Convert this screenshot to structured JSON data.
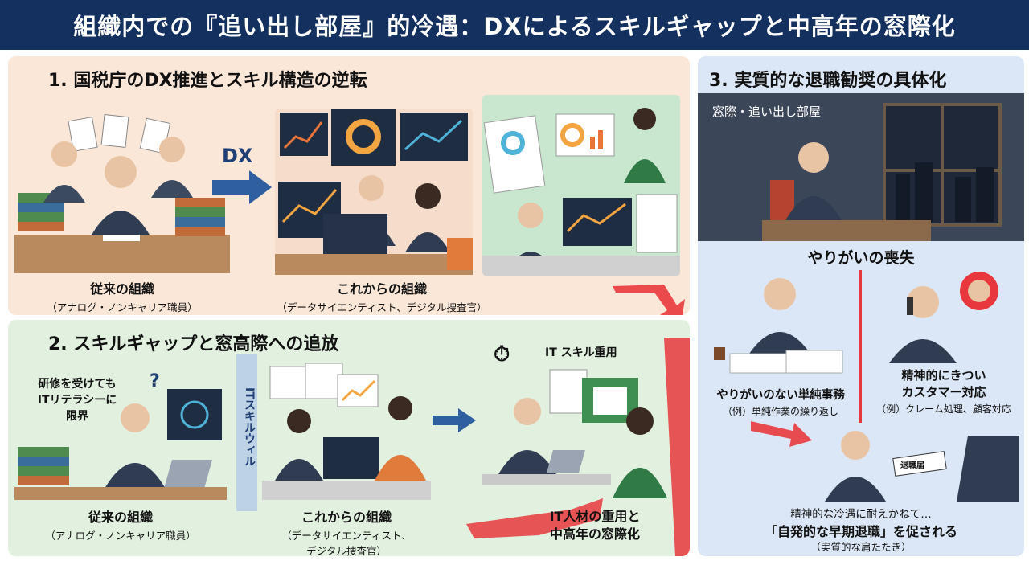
{
  "title": "組織内での『追い出し部屋』的冷遇：DXによるスキルギャップと中高年の窓際化",
  "section1": {
    "heading": "1. 国税庁のDX推進とスキル構造の逆転",
    "arrow_label": "DX",
    "old_org": {
      "title": "従来の組織",
      "sub": "（アナログ・ノンキャリア職員）"
    },
    "new_org": {
      "title": "これからの組織",
      "sub": "（データサイエンティスト、デジタル捜査官）"
    }
  },
  "section2": {
    "heading": "2. スキルギャップと窓高際への追放",
    "left_note": "研修を受けても\nITリテラシーに\n限界",
    "wall_label": "ITスキルウィル",
    "old_org": {
      "title": "従来の組織",
      "sub": "（アナログ・ノンキャリア職員）"
    },
    "new_org": {
      "title": "これからの組織",
      "sub": "（データサイエンティスト、\nデジタル捜査官）"
    },
    "it_label": "IT スキル重用",
    "result": "IT人材の重用と\n中高年の窓際化"
  },
  "section3": {
    "heading": "3. 実質的な退職勧奨の具体化",
    "room_label": "窓際・追い出し部屋",
    "loss": "やりがいの喪失",
    "left_case": {
      "title": "やりがいのない単純事務",
      "example": "（例）単純作業の繰り返し"
    },
    "right_case": {
      "title": "精神的にきつい\nカスタマー対応",
      "example": "（例）クレーム処理、顧客対応"
    },
    "envelope": "退職届",
    "conclusion_line1": "精神的な冷遇に耐えかねて…",
    "conclusion_line2": "「自発的な早期退職」を促される",
    "conclusion_line3": "（実質的な肩たたき）"
  },
  "colors": {
    "title_bg": "#14305f",
    "accent_red": "#e8383d",
    "arrow_blue": "#2f5f9e"
  }
}
